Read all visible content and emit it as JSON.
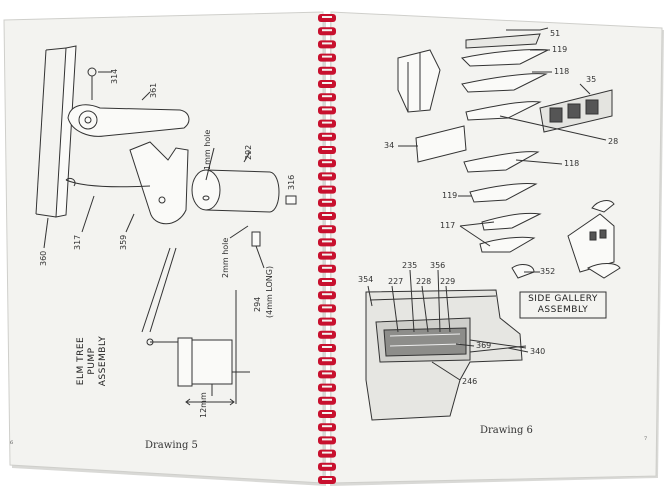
{
  "left_page": {
    "caption": "Drawing 5",
    "page_number": "6",
    "title_lines": [
      "ELM TREE PUMP",
      "ASSEMBLY"
    ],
    "labels": {
      "p314": "314",
      "p361": "361",
      "p292": "292",
      "p316": "316",
      "hole1": "1mm hole",
      "hole2": "2mm hole",
      "p294": "294",
      "p294_note": "(4mm LONG)",
      "p360": "360",
      "p317": "317",
      "p359": "359",
      "dim12": "12mm"
    }
  },
  "right_page": {
    "caption": "Drawing 6",
    "page_number": "7",
    "title_lines": [
      "SIDE GALLERY",
      "ASSEMBLY"
    ],
    "labels": {
      "p51": "51",
      "p119a": "119",
      "p118a": "118",
      "p35": "35",
      "p28": "28",
      "p34": "34",
      "p118b": "118",
      "p119b": "119",
      "p117": "117",
      "p352": "352",
      "p354": "354",
      "p227": "227",
      "p235": "235",
      "p228": "228",
      "p356": "356",
      "p229": "229",
      "p369": "369",
      "p340": "340",
      "p246": "246"
    }
  },
  "colors": {
    "page": "#f2f2ef",
    "ink": "#333333",
    "binding": "#c8102e"
  }
}
